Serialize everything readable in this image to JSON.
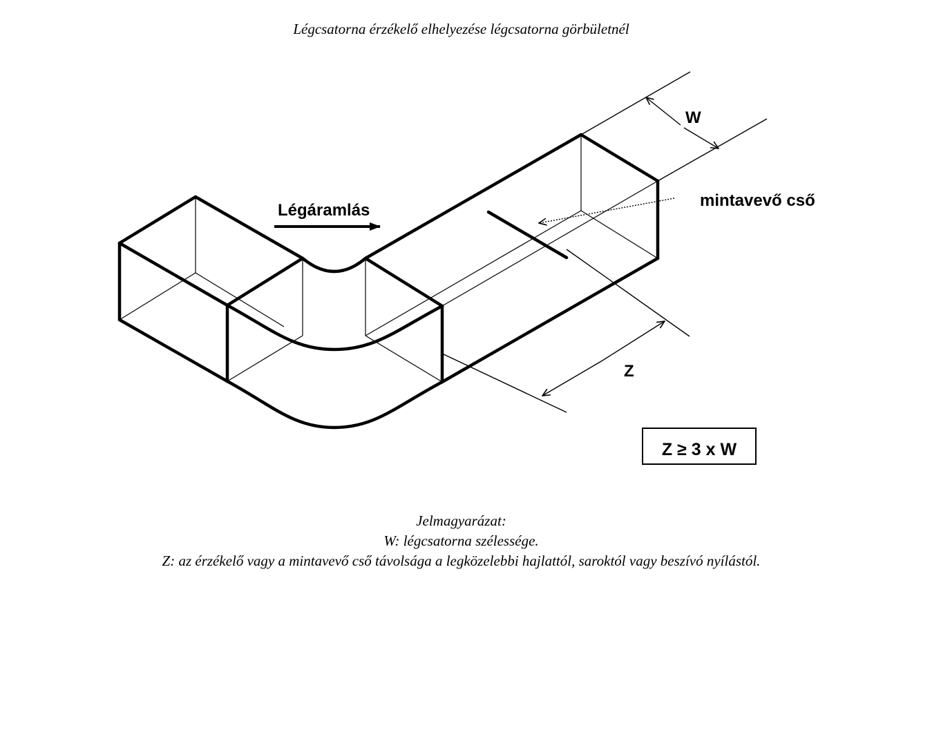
{
  "title": "Légcsatorna érzékelő elhelyezése légcsatorna görbületnél",
  "labels": {
    "airflow": "Légáramlás",
    "sampling_tube": "mintavevő cső",
    "w": "W",
    "z": "Z",
    "condition": "Z ≥ 3 x W"
  },
  "legend": {
    "heading": "Jelmagyarázat:",
    "w_def": "W: légcsatorna szélessége.",
    "z_def": "Z: az érzékelő vagy a mintavevő cső távolsága a legközelebbi hajlattól, saroktól vagy beszívó nyílástól."
  }
}
